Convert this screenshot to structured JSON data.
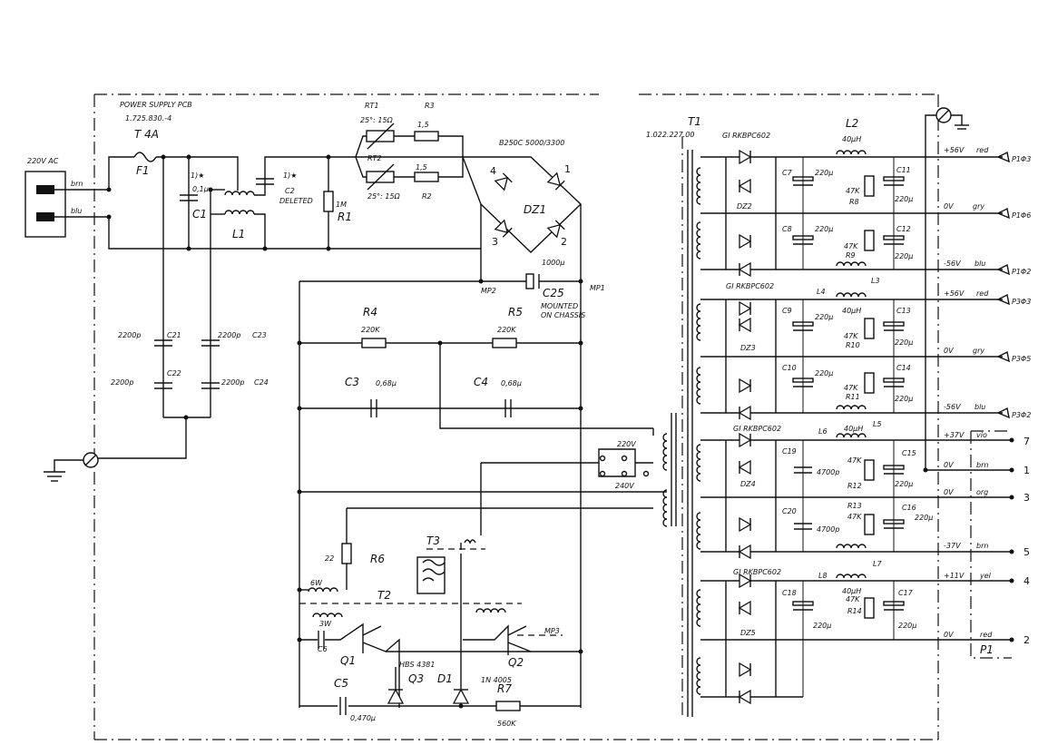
{
  "border": {
    "title": "POWER SUPPLY PCB",
    "part_no": "1.725.830.-4"
  },
  "input": {
    "mains": "220V AC",
    "wire_brn": "brn",
    "wire_blu": "blu",
    "fuse_rating": "T 4A",
    "fuse": "F1",
    "c1_note": "1)★",
    "c1_value": "0,1µ",
    "c1": "C1",
    "l1": "L1",
    "c2_note": "1)★",
    "c2": "C2",
    "c2_status": "DELETED",
    "r1": "R1",
    "r1_value": "1M",
    "rt1": "RT1",
    "rt1_value": "25°: 15Ω",
    "rt2": "RT2",
    "rt2_value": "25°: 15Ω",
    "r3": "R3",
    "r3_value": "1,5",
    "r2": "R2",
    "r2_value": "1,5"
  },
  "bridge": {
    "name": "DZ1",
    "type": "B250C 5000/3300",
    "pins": [
      "1",
      "2",
      "3",
      "4"
    ],
    "mp1": "MP1",
    "mp2": "MP2",
    "c25": "C25",
    "c25_value": "1000µ",
    "c25_note1": "MOUNTED",
    "c25_note2": "ON CHASSIS"
  },
  "ground_caps": {
    "c21": "C21",
    "c21_value": "2200p",
    "c22": "C22",
    "c22_value": "2200p",
    "c23": "C23",
    "c23_value": "2200p",
    "c24": "C24",
    "c24_value": "2200p"
  },
  "inverter": {
    "r4": "R4",
    "r4_value": "220K",
    "r5": "R5",
    "r5_value": "220K",
    "c3": "C3",
    "c3_value": "0,68µ",
    "c4": "C4",
    "c4_value": "0,68µ",
    "tap_220": "220V",
    "tap_240": "240V",
    "r6": "R6",
    "r6_value": "22",
    "t3": "T3",
    "t2": "T2",
    "t2_w1": "6W",
    "t2_w2": "3W",
    "c6": "C6",
    "q1": "Q1",
    "q2": "Q2",
    "q3": "Q3",
    "q3_type": "HBS 4381",
    "d1": "D1",
    "d1_type": "1N 4005",
    "mp3": "MP3",
    "c5": "C5",
    "c5_value": "0,470µ",
    "r7": "R7",
    "r7_value": "560K"
  },
  "transformer": {
    "name": "T1",
    "part": "1.022.227.00"
  },
  "rectifiers": [
    {
      "block": "DZ2",
      "type": "GI RKBPC602"
    },
    {
      "block": "DZ3",
      "type": "GI RKBPC602"
    },
    {
      "block": "DZ4",
      "type": "GI RKBPC602"
    },
    {
      "block": "DZ5",
      "type": "GI RKBPC602"
    }
  ],
  "secondary": {
    "c7": "C7",
    "c7_value": "220µ",
    "c8": "C8",
    "c8_value": "220µ",
    "c9": "C9",
    "c9_value": "220µ",
    "c10": "C10",
    "c10_value": "220µ",
    "c11": "C11",
    "c11_value": "220µ",
    "c12": "C12",
    "c12_value": "220µ",
    "c13": "C13",
    "c13_value": "220µ",
    "c14": "C14",
    "c14_value": "220µ",
    "c15": "C15",
    "c15_value": "220µ",
    "c16": "C16",
    "c16_value": "220µ",
    "c17": "C17",
    "c17_value": "220µ",
    "c18": "C18",
    "c18_value": "220µ",
    "c19": "C19",
    "c19_value": "4700p",
    "c20": "C20",
    "c20_value": "4700p",
    "r8": "R8",
    "r9": "R9",
    "r10": "R10",
    "r11": "R11",
    "r12": "R12",
    "r13": "R13",
    "r14": "R14",
    "res_value": "47K",
    "l2": "L2",
    "l3": "L3",
    "l4": "L4",
    "l5": "L5",
    "l6": "L6",
    "l7": "L7",
    "l8": "L8",
    "ind_value": "40µH"
  },
  "outputs": [
    {
      "voltage": "+56V",
      "color": "red",
      "pin": "P1Φ3"
    },
    {
      "voltage": "0V",
      "color": "gry",
      "pin": "P1Φ6"
    },
    {
      "voltage": "-56V",
      "color": "blu",
      "pin": "P1Φ2"
    },
    {
      "voltage": "+56V",
      "color": "red",
      "pin": "P3Φ3"
    },
    {
      "voltage": "0V",
      "color": "gry",
      "pin": "P3Φ5"
    },
    {
      "voltage": "-56V",
      "color": "blu",
      "pin": "P3Φ2"
    },
    {
      "voltage": "+37V",
      "color": "vio",
      "pin": "7"
    },
    {
      "voltage": "0V",
      "color": "brn",
      "pin": "1"
    },
    {
      "voltage": "0V",
      "color": "org",
      "pin": "3"
    },
    {
      "voltage": "-37V",
      "color": "brn",
      "pin": "5"
    },
    {
      "voltage": "+11V",
      "color": "yel",
      "pin": "4"
    },
    {
      "voltage": "0V",
      "color": "red",
      "pin": "2"
    }
  ],
  "connector_p1": "P1"
}
